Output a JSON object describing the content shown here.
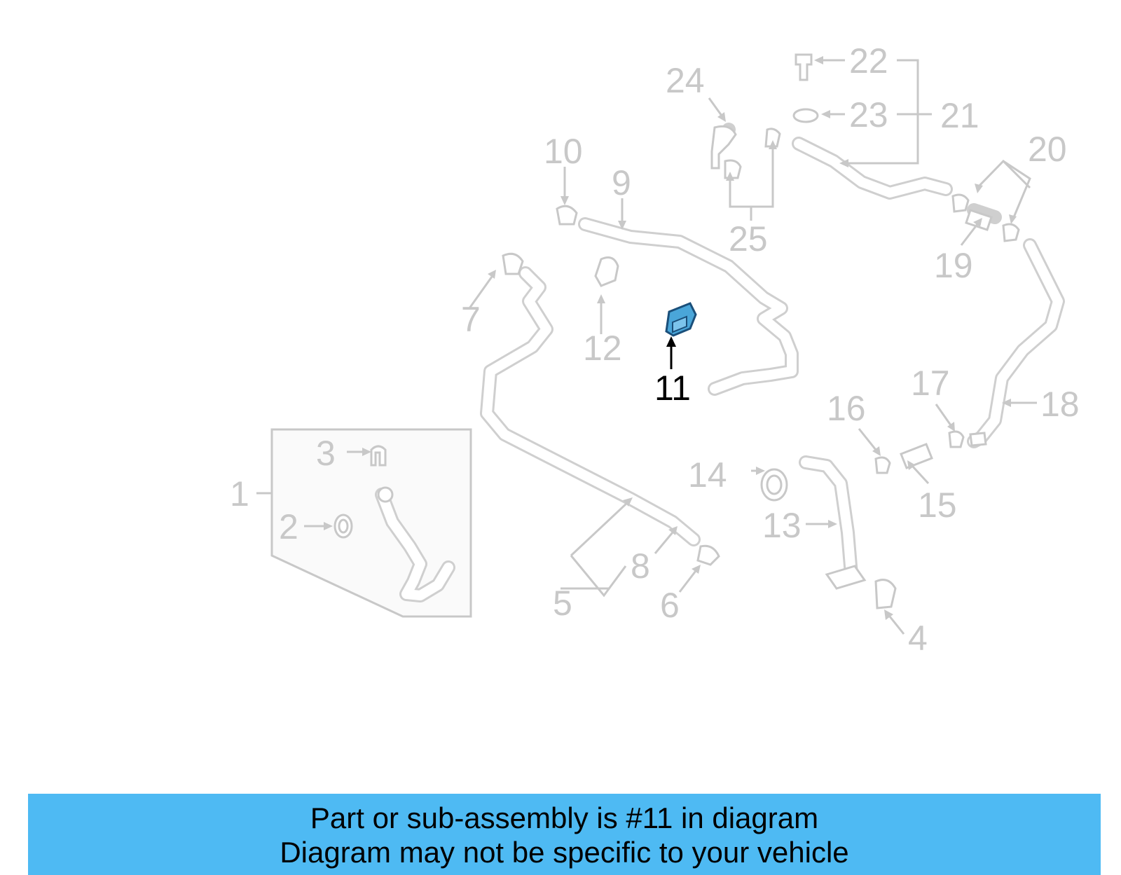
{
  "diagram": {
    "labels": [
      "1",
      "2",
      "3",
      "4",
      "5",
      "6",
      "7",
      "8",
      "9",
      "10",
      "11",
      "12",
      "13",
      "14",
      "15",
      "16",
      "17",
      "18",
      "19",
      "20",
      "21",
      "22",
      "23",
      "24",
      "25"
    ],
    "highlight_label": "11",
    "colors": {
      "part_lines": "#c8c8c8",
      "highlight_part": "#4aa6d9",
      "highlight_text": "#000000"
    }
  },
  "banner": {
    "line1": "Part or sub-assembly is #11 in diagram",
    "line2": "Diagram may not be specific to your vehicle",
    "color": "#4ebaf3"
  }
}
